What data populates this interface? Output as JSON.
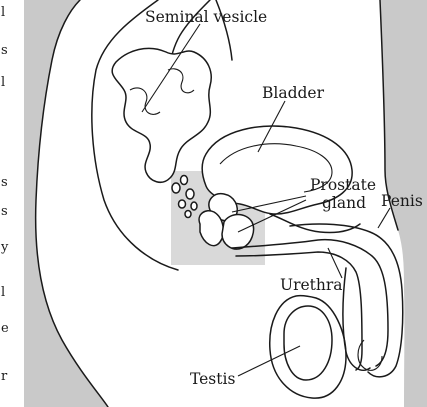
{
  "labels": {
    "seminal_vesicle": "Seminal vesicle",
    "bladder": "Bladder",
    "prostate_line1": "Prostate",
    "prostate_line2": "gland",
    "penis": "Penis",
    "urethra": "Urethra",
    "testis": "Testis"
  },
  "margin_fragments": [
    "l",
    "s",
    "l",
    "s",
    "s",
    "y",
    "l",
    "e",
    "r"
  ],
  "colors": {
    "ink": "#1a1a1a",
    "body_shade": "#c9c9c9",
    "highlight_box": "#d9d9d9",
    "background": "#ffffff"
  }
}
